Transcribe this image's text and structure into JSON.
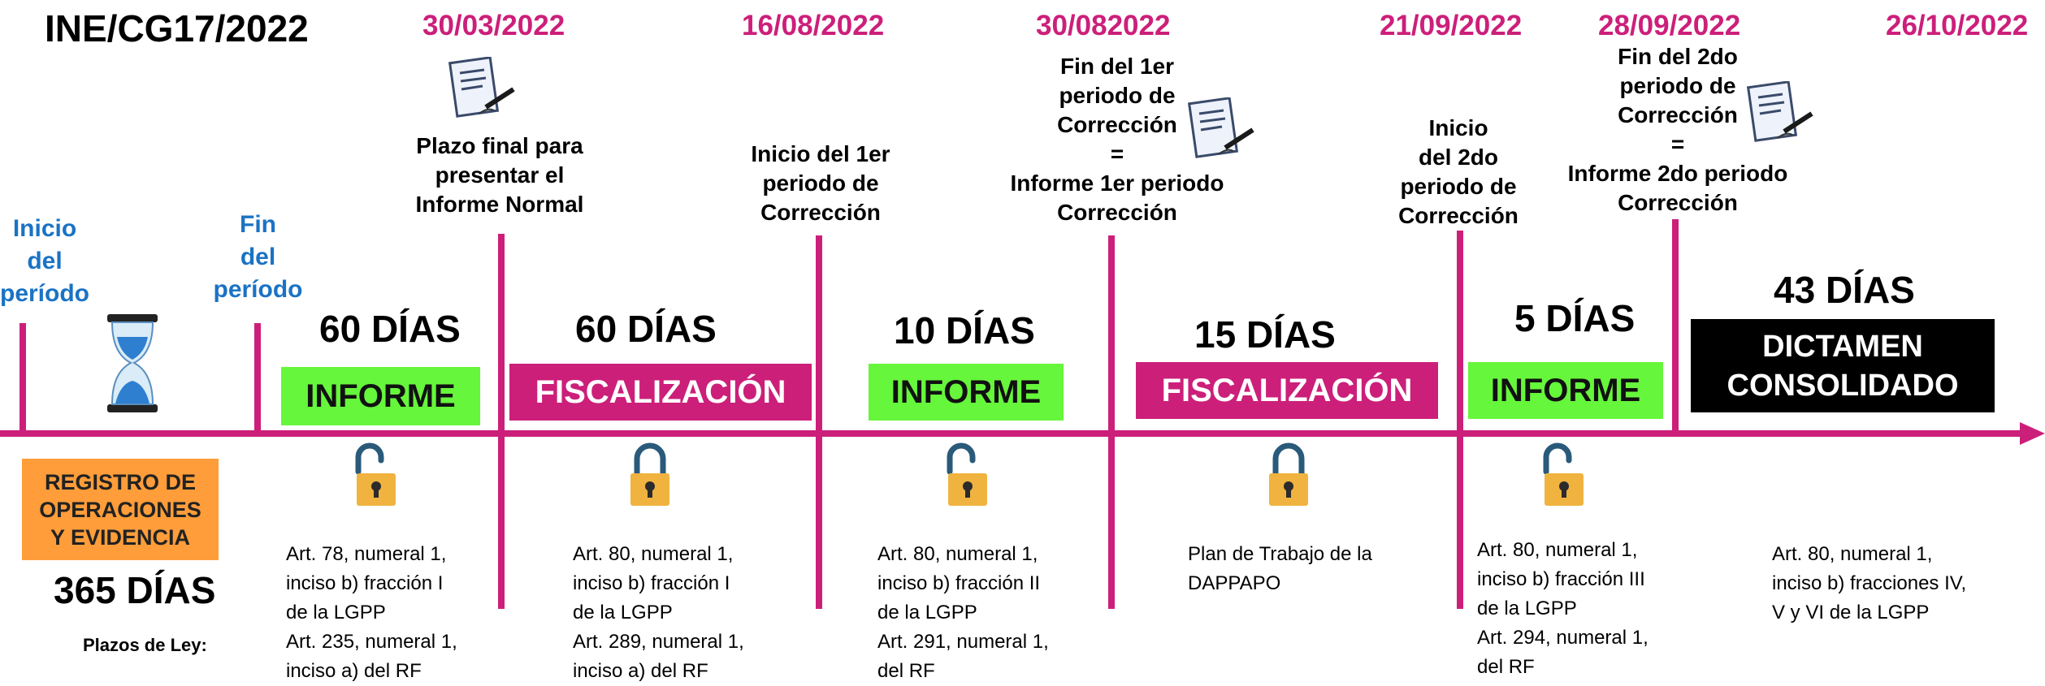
{
  "title": "INE/CG17/2022",
  "colors": {
    "accent": "#cc1f7a",
    "green": "#66f63b",
    "orange": "#ff9d3a",
    "blue": "#1a73c4",
    "black": "#000000"
  },
  "dates": [
    "30/03/2022",
    "16/08/2022",
    "30/082022",
    "21/09/2022",
    "28/09/2022",
    "26/10/2022"
  ],
  "events": {
    "inicio_periodo": "Inicio\ndel\nperíodo",
    "fin_periodo": "Fin\ndel\nperíodo",
    "plazo_final": "Plazo final para\npresentar el\nInforme Normal",
    "inicio_1er": "Inicio del 1er\nperiodo de\nCorrección",
    "fin_1er": "Fin del 1er\nperiodo de\nCorrección\n=\nInforme 1er periodo\nCorrección",
    "inicio_2do": "Inicio\ndel 2do\nperiodo de\nCorrección",
    "fin_2do": "Fin del 2do\nperiodo de\nCorrección\n=\nInforme 2do periodo\nCorrección"
  },
  "segments": [
    {
      "days": "60 DÍAS",
      "label": "INFORME"
    },
    {
      "days": "60 DÍAS",
      "label": "FISCALIZACIÓN"
    },
    {
      "days": "10 DÍAS",
      "label": "INFORME"
    },
    {
      "days": "15 DÍAS",
      "label": "FISCALIZACIÓN"
    },
    {
      "days": "5 DÍAS",
      "label": "INFORME"
    },
    {
      "days": "43 DÍAS",
      "label": "DICTAMEN\nCONSOLIDADO"
    }
  ],
  "registro": {
    "label": "REGISTRO DE\nOPERACIONES\nY EVIDENCIA",
    "days": "365 DÍAS"
  },
  "plazos_label": "Plazos de Ley:",
  "laws": [
    "Art.  78, numeral 1,\ninciso b) fracción I\nde la LGPP\nArt. 235, numeral 1,\ninciso a) del RF",
    "Art.  80, numeral 1,\ninciso b) fracción I\nde la LGPP\nArt. 289, numeral 1,\ninciso a) del RF",
    "Art.  80, numeral 1,\ninciso b) fracción II\nde la LGPP\nArt. 291, numeral 1,\ndel RF",
    "Plan de Trabajo de la\nDAPPAPO",
    "Art.  80, numeral 1,\ninciso b) fracción III\nde la LGPP\nArt. 294, numeral 1,\ndel RF",
    "Art.  80, numeral 1,\ninciso b) fracciones IV,\nV y VI de la LGPP"
  ],
  "icons": [
    "hourglass-icon",
    "document-icon",
    "open-lock-icon",
    "closed-lock-icon"
  ]
}
